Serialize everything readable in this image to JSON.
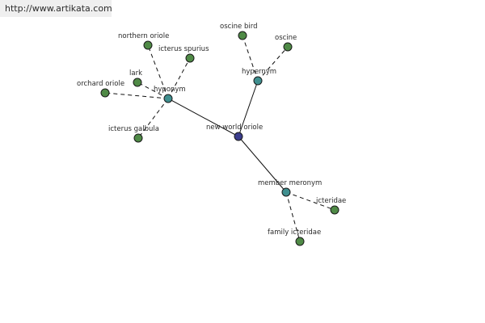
{
  "site": {
    "url": "http://www.artikata.com"
  },
  "colors": {
    "center": "#3b3d8c",
    "relation": "#3f8f8f",
    "leaf": "#4f8a46"
  },
  "graph": {
    "nodes": [
      {
        "id": "center",
        "label": "new world oriole",
        "kind": "center"
      },
      {
        "id": "hyponym",
        "label": "hyponym",
        "kind": "relation"
      },
      {
        "id": "hypernym",
        "label": "hypernym",
        "kind": "relation"
      },
      {
        "id": "meronym",
        "label": "member meronym",
        "kind": "relation"
      },
      {
        "id": "northern",
        "label": "northern oriole",
        "kind": "leaf"
      },
      {
        "id": "spurius",
        "label": "icterus spurius",
        "kind": "leaf"
      },
      {
        "id": "lark",
        "label": "lark",
        "kind": "leaf"
      },
      {
        "id": "orchard",
        "label": "orchard oriole",
        "kind": "leaf"
      },
      {
        "id": "galbula",
        "label": "icterus galbula",
        "kind": "leaf"
      },
      {
        "id": "oscinebird",
        "label": "oscine bird",
        "kind": "leaf"
      },
      {
        "id": "oscine",
        "label": "oscine",
        "kind": "leaf"
      },
      {
        "id": "icteridae",
        "label": "icteridae",
        "kind": "leaf"
      },
      {
        "id": "family",
        "label": "family icteridae",
        "kind": "leaf"
      }
    ],
    "edges": [
      {
        "from": "center",
        "to": "hyponym",
        "style": "solid"
      },
      {
        "from": "center",
        "to": "hypernym",
        "style": "solid"
      },
      {
        "from": "center",
        "to": "meronym",
        "style": "solid"
      },
      {
        "from": "hyponym",
        "to": "northern",
        "style": "dashed"
      },
      {
        "from": "hyponym",
        "to": "spurius",
        "style": "dashed"
      },
      {
        "from": "hyponym",
        "to": "lark",
        "style": "dashed"
      },
      {
        "from": "hyponym",
        "to": "orchard",
        "style": "dashed"
      },
      {
        "from": "hyponym",
        "to": "galbula",
        "style": "dashed"
      },
      {
        "from": "hypernym",
        "to": "oscinebird",
        "style": "dashed"
      },
      {
        "from": "hypernym",
        "to": "oscine",
        "style": "dashed"
      },
      {
        "from": "meronym",
        "to": "icteridae",
        "style": "dashed"
      },
      {
        "from": "meronym",
        "to": "family",
        "style": "dashed"
      }
    ]
  }
}
